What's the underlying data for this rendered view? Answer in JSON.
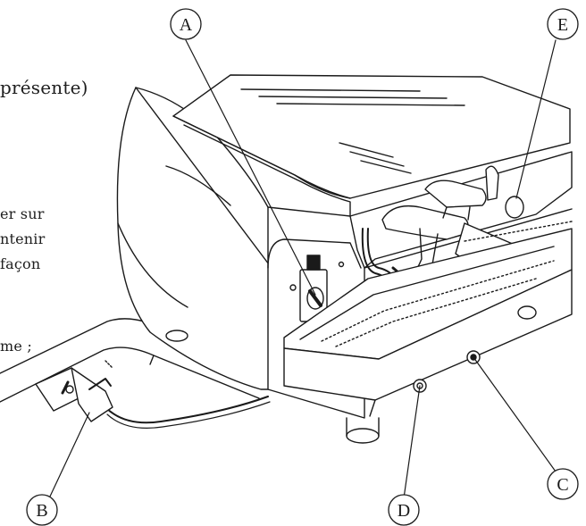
{
  "left_text_fragments": [
    "présente)",
    "er sur",
    "ntenir",
    "façon",
    "me ;"
  ],
  "callouts": [
    {
      "id": "A",
      "label": "A"
    },
    {
      "id": "B",
      "label": "B"
    },
    {
      "id": "C",
      "label": "C"
    },
    {
      "id": "D",
      "label": "D"
    },
    {
      "id": "E",
      "label": "E"
    }
  ]
}
